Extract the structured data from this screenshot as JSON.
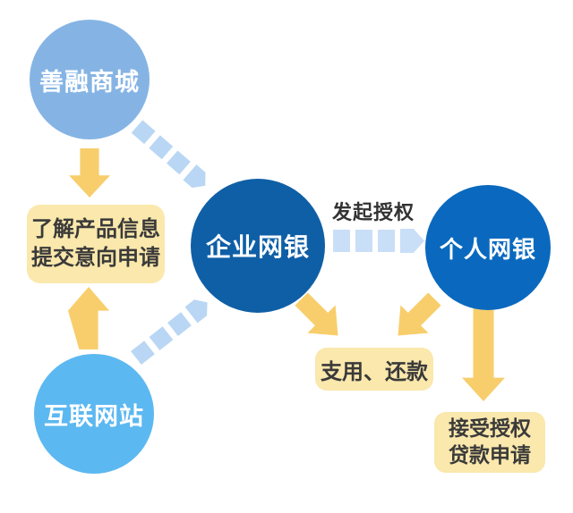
{
  "diagram": {
    "title_none": "",
    "background_color": "#ffffff",
    "nodes": {
      "shanrong": {
        "label": "善融商城",
        "color": "#85B4E4",
        "text_color": "#ffffff"
      },
      "internet": {
        "label": "互联网站",
        "color": "#5CB8F0",
        "text_color": "#ffffff"
      },
      "corporate": {
        "label": "企业网银",
        "color": "#0F5FA6",
        "text_color": "#ffffff"
      },
      "personal": {
        "label": "个人网银",
        "color": "#0A69BE",
        "text_color": "#ffffff"
      }
    },
    "boxes": {
      "product_info": {
        "lines": [
          "了解产品信息",
          "提交意向申请"
        ],
        "bg": "#FAE8AC",
        "text_color": "#3A3A3A"
      },
      "use_repay": {
        "lines": [
          "支用、还款"
        ],
        "bg": "#FAE8AC",
        "text_color": "#3A3A3A"
      },
      "accept_auth": {
        "lines": [
          "接受授权",
          "贷款申请"
        ],
        "bg": "#FAE8AC",
        "text_color": "#3A3A3A"
      }
    },
    "labels": {
      "initiate_auth": "发起授权",
      "label_color": "#333333"
    },
    "arrows": {
      "solid_color": "#F8CE6C",
      "dashed_diagonal_color": "#B9D6F4",
      "dashed_horizontal_color": "#C9DFF7",
      "connections": [
        {
          "from": "善融商城",
          "to": "了解产品信息提交意向申请",
          "style": "solid-yellow",
          "direction": "down"
        },
        {
          "from": "互联网站",
          "to": "了解产品信息提交意向申请",
          "style": "solid-yellow",
          "direction": "up"
        },
        {
          "from": "善融商城",
          "to": "企业网银",
          "style": "dashed-blue",
          "direction": "down-right"
        },
        {
          "from": "互联网站",
          "to": "企业网银",
          "style": "dashed-blue",
          "direction": "up-right"
        },
        {
          "from": "企业网银",
          "to": "个人网银",
          "style": "dashed-blue",
          "direction": "right",
          "label": "发起授权"
        },
        {
          "from": "企业网银",
          "to": "支用、还款",
          "style": "solid-yellow",
          "direction": "down-right"
        },
        {
          "from": "个人网银",
          "to": "支用、还款",
          "style": "solid-yellow",
          "direction": "down-left"
        },
        {
          "from": "个人网银",
          "to": "接受授权贷款申请",
          "style": "solid-yellow",
          "direction": "down"
        }
      ]
    }
  }
}
